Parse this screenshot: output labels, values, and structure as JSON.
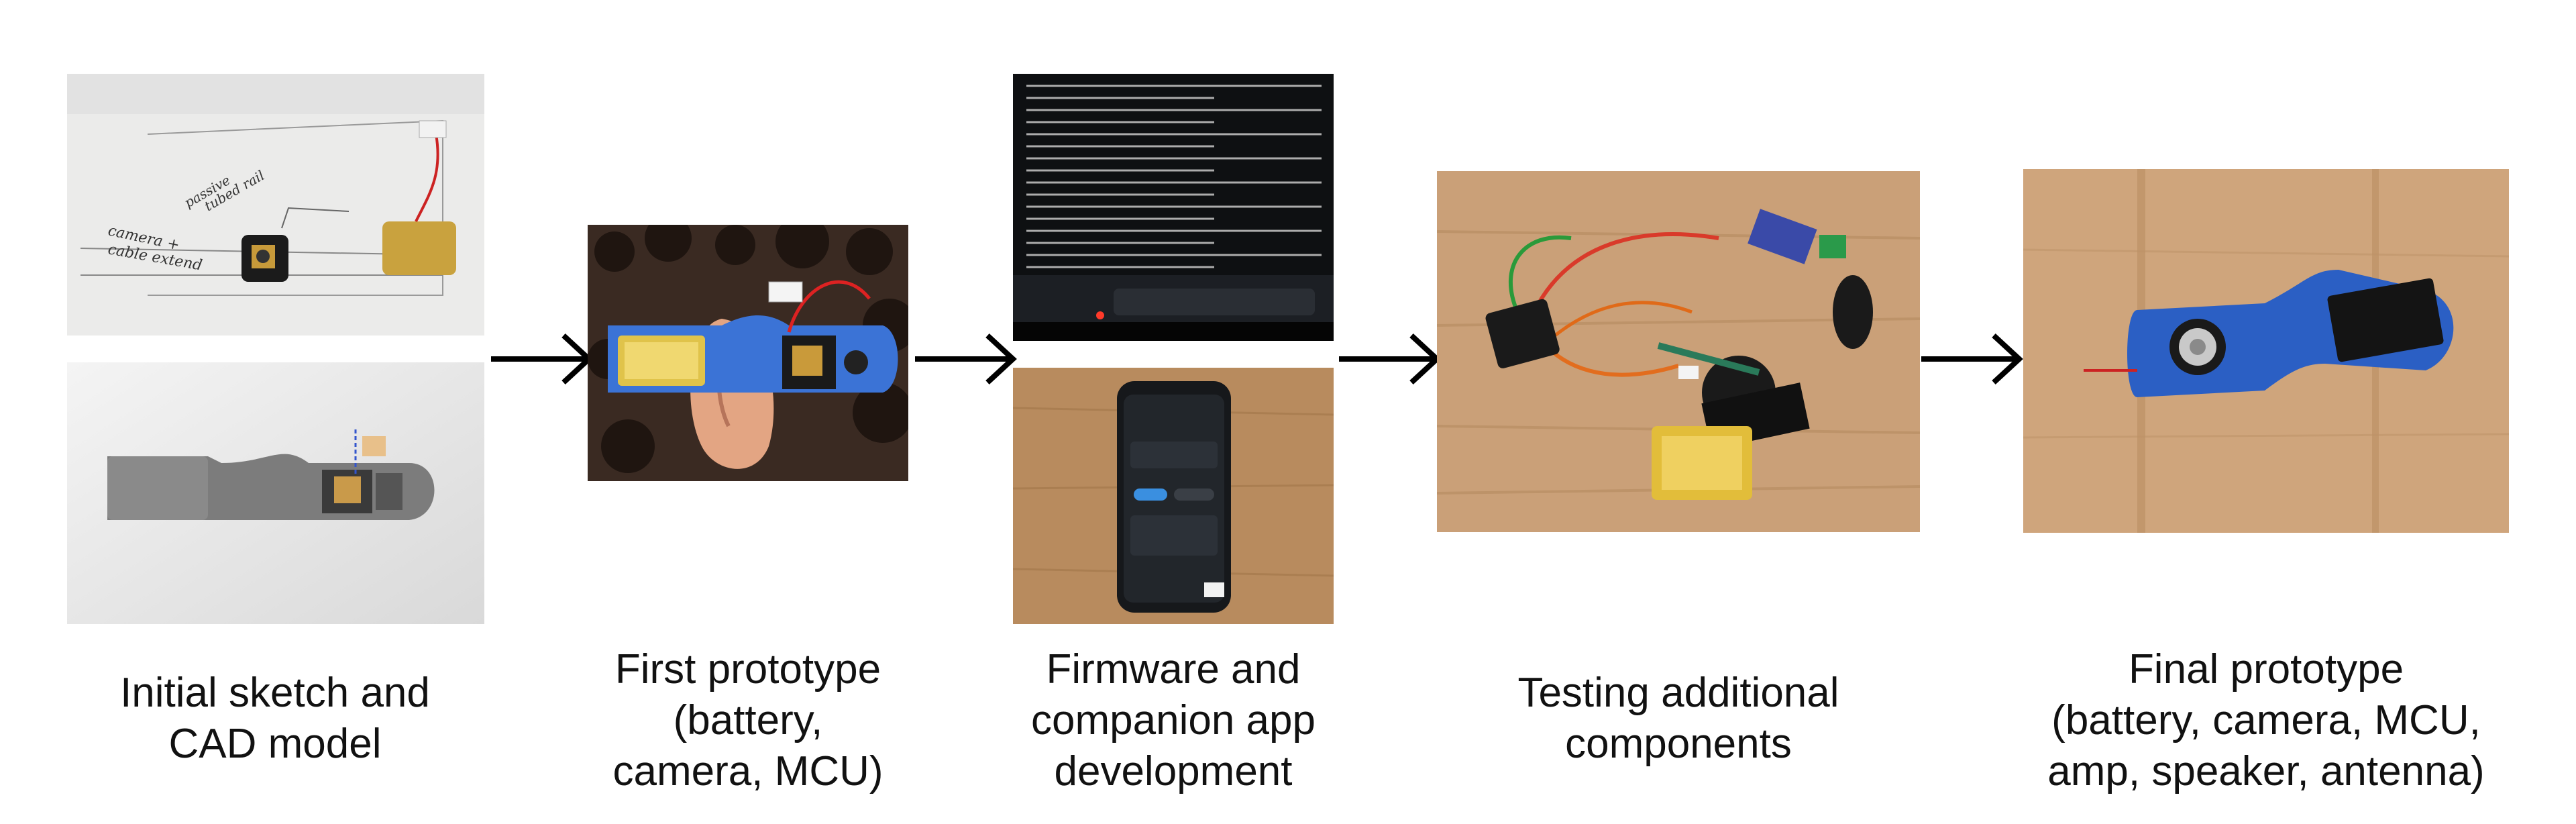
{
  "stages": [
    {
      "id": "sketch-cad",
      "caption_lines": [
        "Initial sketch and",
        "CAD model"
      ],
      "sketch_annotations": [
        "camera +",
        "cable extend",
        "passive",
        "tubed rail"
      ]
    },
    {
      "id": "first-prototype",
      "caption_lines": [
        "First prototype",
        "(battery,",
        "camera, MCU)"
      ]
    },
    {
      "id": "firmware-app",
      "caption_lines": [
        "Firmware and",
        "companion app",
        "development"
      ]
    },
    {
      "id": "testing",
      "caption_lines": [
        "Testing additional",
        "components"
      ]
    },
    {
      "id": "final-prototype",
      "caption_lines": [
        "Final prototype",
        "(battery, camera, MCU,",
        "amp, speaker, antenna)"
      ]
    }
  ],
  "colors": {
    "arrow": "#000000",
    "wood": "#c89a6a",
    "device_blue": "#2f5fbf",
    "terminal_bg": "#111315",
    "terminal_text": "#d9d9d9"
  },
  "icons": [
    "arrow-right-icon"
  ]
}
